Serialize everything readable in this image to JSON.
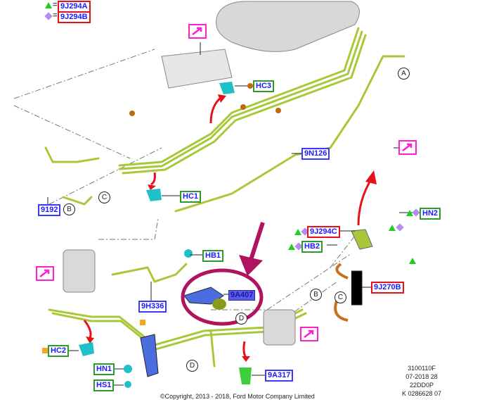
{
  "legend": {
    "triangle_part": "9J294A",
    "diamond_part": "9J294B",
    "equals": "="
  },
  "labels": {
    "HC3": "HC3",
    "HC1": "HC1",
    "p9192": "9192",
    "p9N126": "9N126",
    "HN2": "HN2",
    "p9J294C": "9J294C",
    "HB2": "HB2",
    "p9J270B": "9J270B",
    "HB1": "HB1",
    "p9H336": "9H336",
    "p9A407": "9A407",
    "HC2": "HC2",
    "HN1": "HN1",
    "HS1": "HS1",
    "p9A317": "9A317"
  },
  "callouts": {
    "A": "A",
    "B": "B",
    "C": "C",
    "D": "D"
  },
  "info": {
    "line1": "3100110F",
    "line2": "07-2018 28",
    "line3": "22DD0P",
    "line4": "K 0286628 07"
  },
  "copyright": "©Copyright, 2013 - 2018, Ford Motor Company Limited",
  "colors": {
    "pipe": "#a8c83a",
    "highlight": "#b0135f",
    "arrow": "#e8101a",
    "link": "#ff1fd0"
  }
}
